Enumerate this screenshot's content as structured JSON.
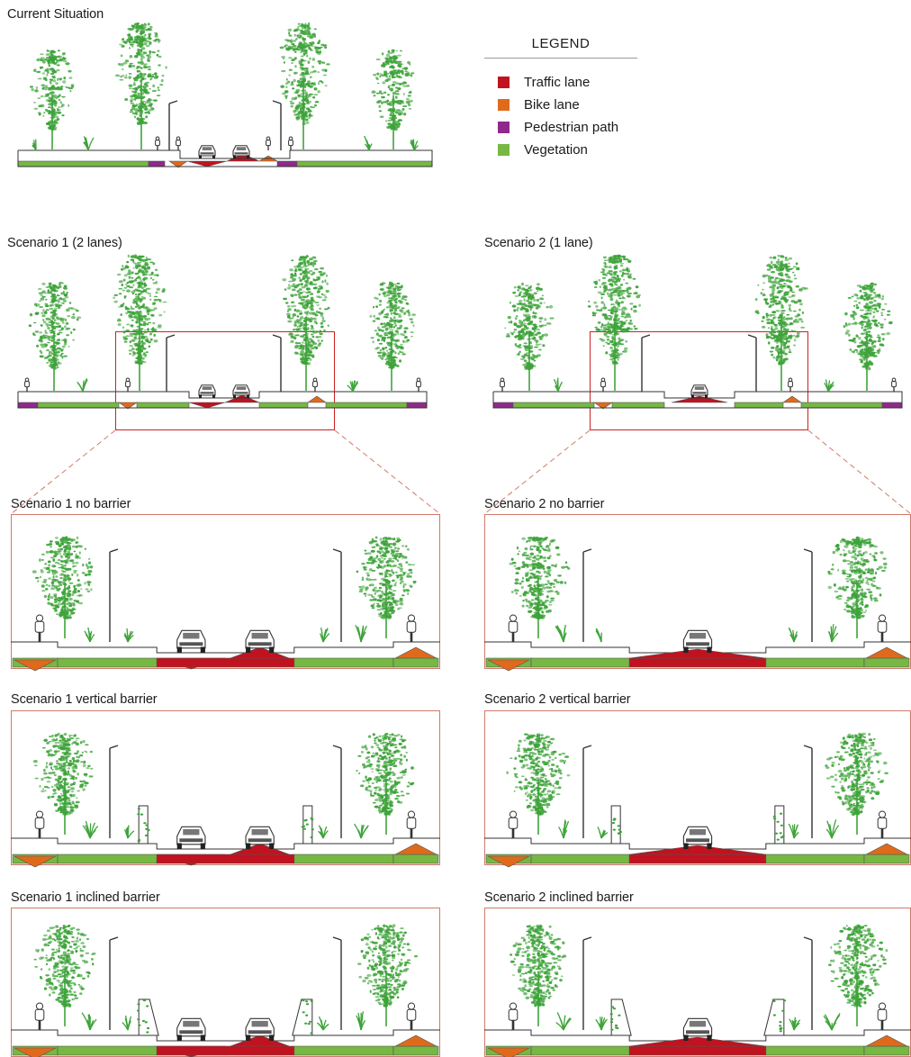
{
  "colors": {
    "traffic": "#c1121f",
    "bike": "#e06a1b",
    "pedestrian": "#8e2a8c",
    "vegetation": "#76b843",
    "tree": "#3ea33a",
    "line": "#333333"
  },
  "legend": {
    "title": "LEGEND",
    "items": [
      {
        "label": "Traffic lane",
        "color": "#c1121f"
      },
      {
        "label": "Bike lane",
        "color": "#e06a1b"
      },
      {
        "label": "Pedestrian path",
        "color": "#8e2a8c"
      },
      {
        "label": "Vegetation",
        "color": "#76b843"
      }
    ]
  },
  "sections": {
    "current": {
      "title": "Current Situation"
    },
    "s1": {
      "title": "Scenario 1 (2 lanes)"
    },
    "s2": {
      "title": "Scenario 2 (1 lane)"
    }
  },
  "details": {
    "s1_none": {
      "title": "Scenario 1 no barrier",
      "lanes": 2,
      "barrier": "none"
    },
    "s2_none": {
      "title": "Scenario 2 no barrier",
      "lanes": 1,
      "barrier": "none"
    },
    "s1_vertical": {
      "title": "Scenario 1 vertical barrier",
      "lanes": 2,
      "barrier": "vertical"
    },
    "s2_vertical": {
      "title": "Scenario 2 vertical barrier",
      "lanes": 1,
      "barrier": "vertical"
    },
    "s1_inclined": {
      "title": "Scenario 1 inclined barrier",
      "lanes": 2,
      "barrier": "inclined"
    },
    "s2_inclined": {
      "title": "Scenario 2 inclined barrier",
      "lanes": 1,
      "barrier": "inclined"
    }
  }
}
